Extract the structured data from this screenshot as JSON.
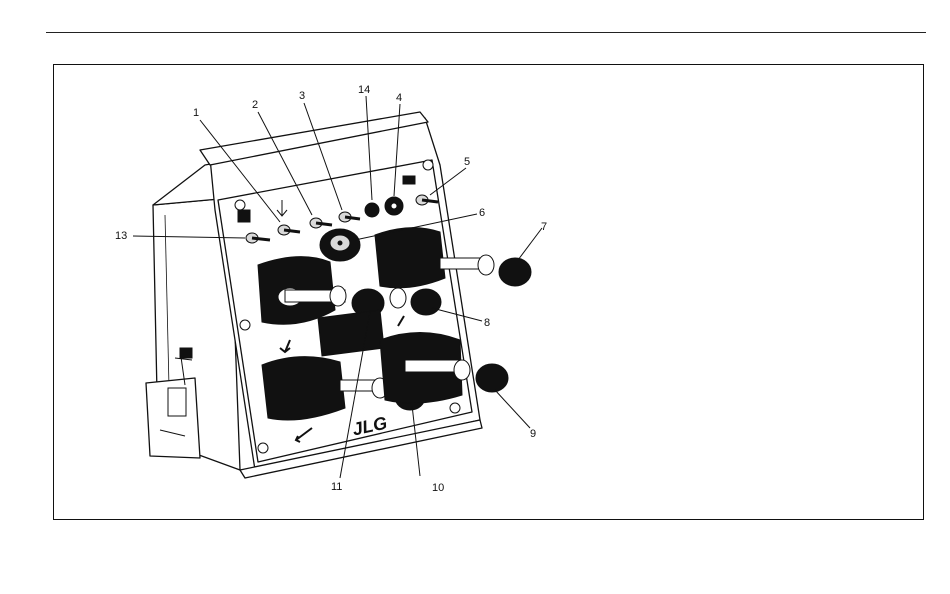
{
  "figure": {
    "brand_logo_text": "JLG",
    "callouts": [
      {
        "id": "1",
        "label": "1"
      },
      {
        "id": "2",
        "label": "2"
      },
      {
        "id": "3",
        "label": "3"
      },
      {
        "id": "14",
        "label": "14"
      },
      {
        "id": "4",
        "label": "4"
      },
      {
        "id": "5",
        "label": "5"
      },
      {
        "id": "6",
        "label": "6"
      },
      {
        "id": "7",
        "label": "7"
      },
      {
        "id": "13",
        "label": "13"
      },
      {
        "id": "8",
        "label": "8"
      },
      {
        "id": "9",
        "label": "9"
      },
      {
        "id": "11",
        "label": "11"
      },
      {
        "id": "10",
        "label": "10"
      }
    ]
  }
}
